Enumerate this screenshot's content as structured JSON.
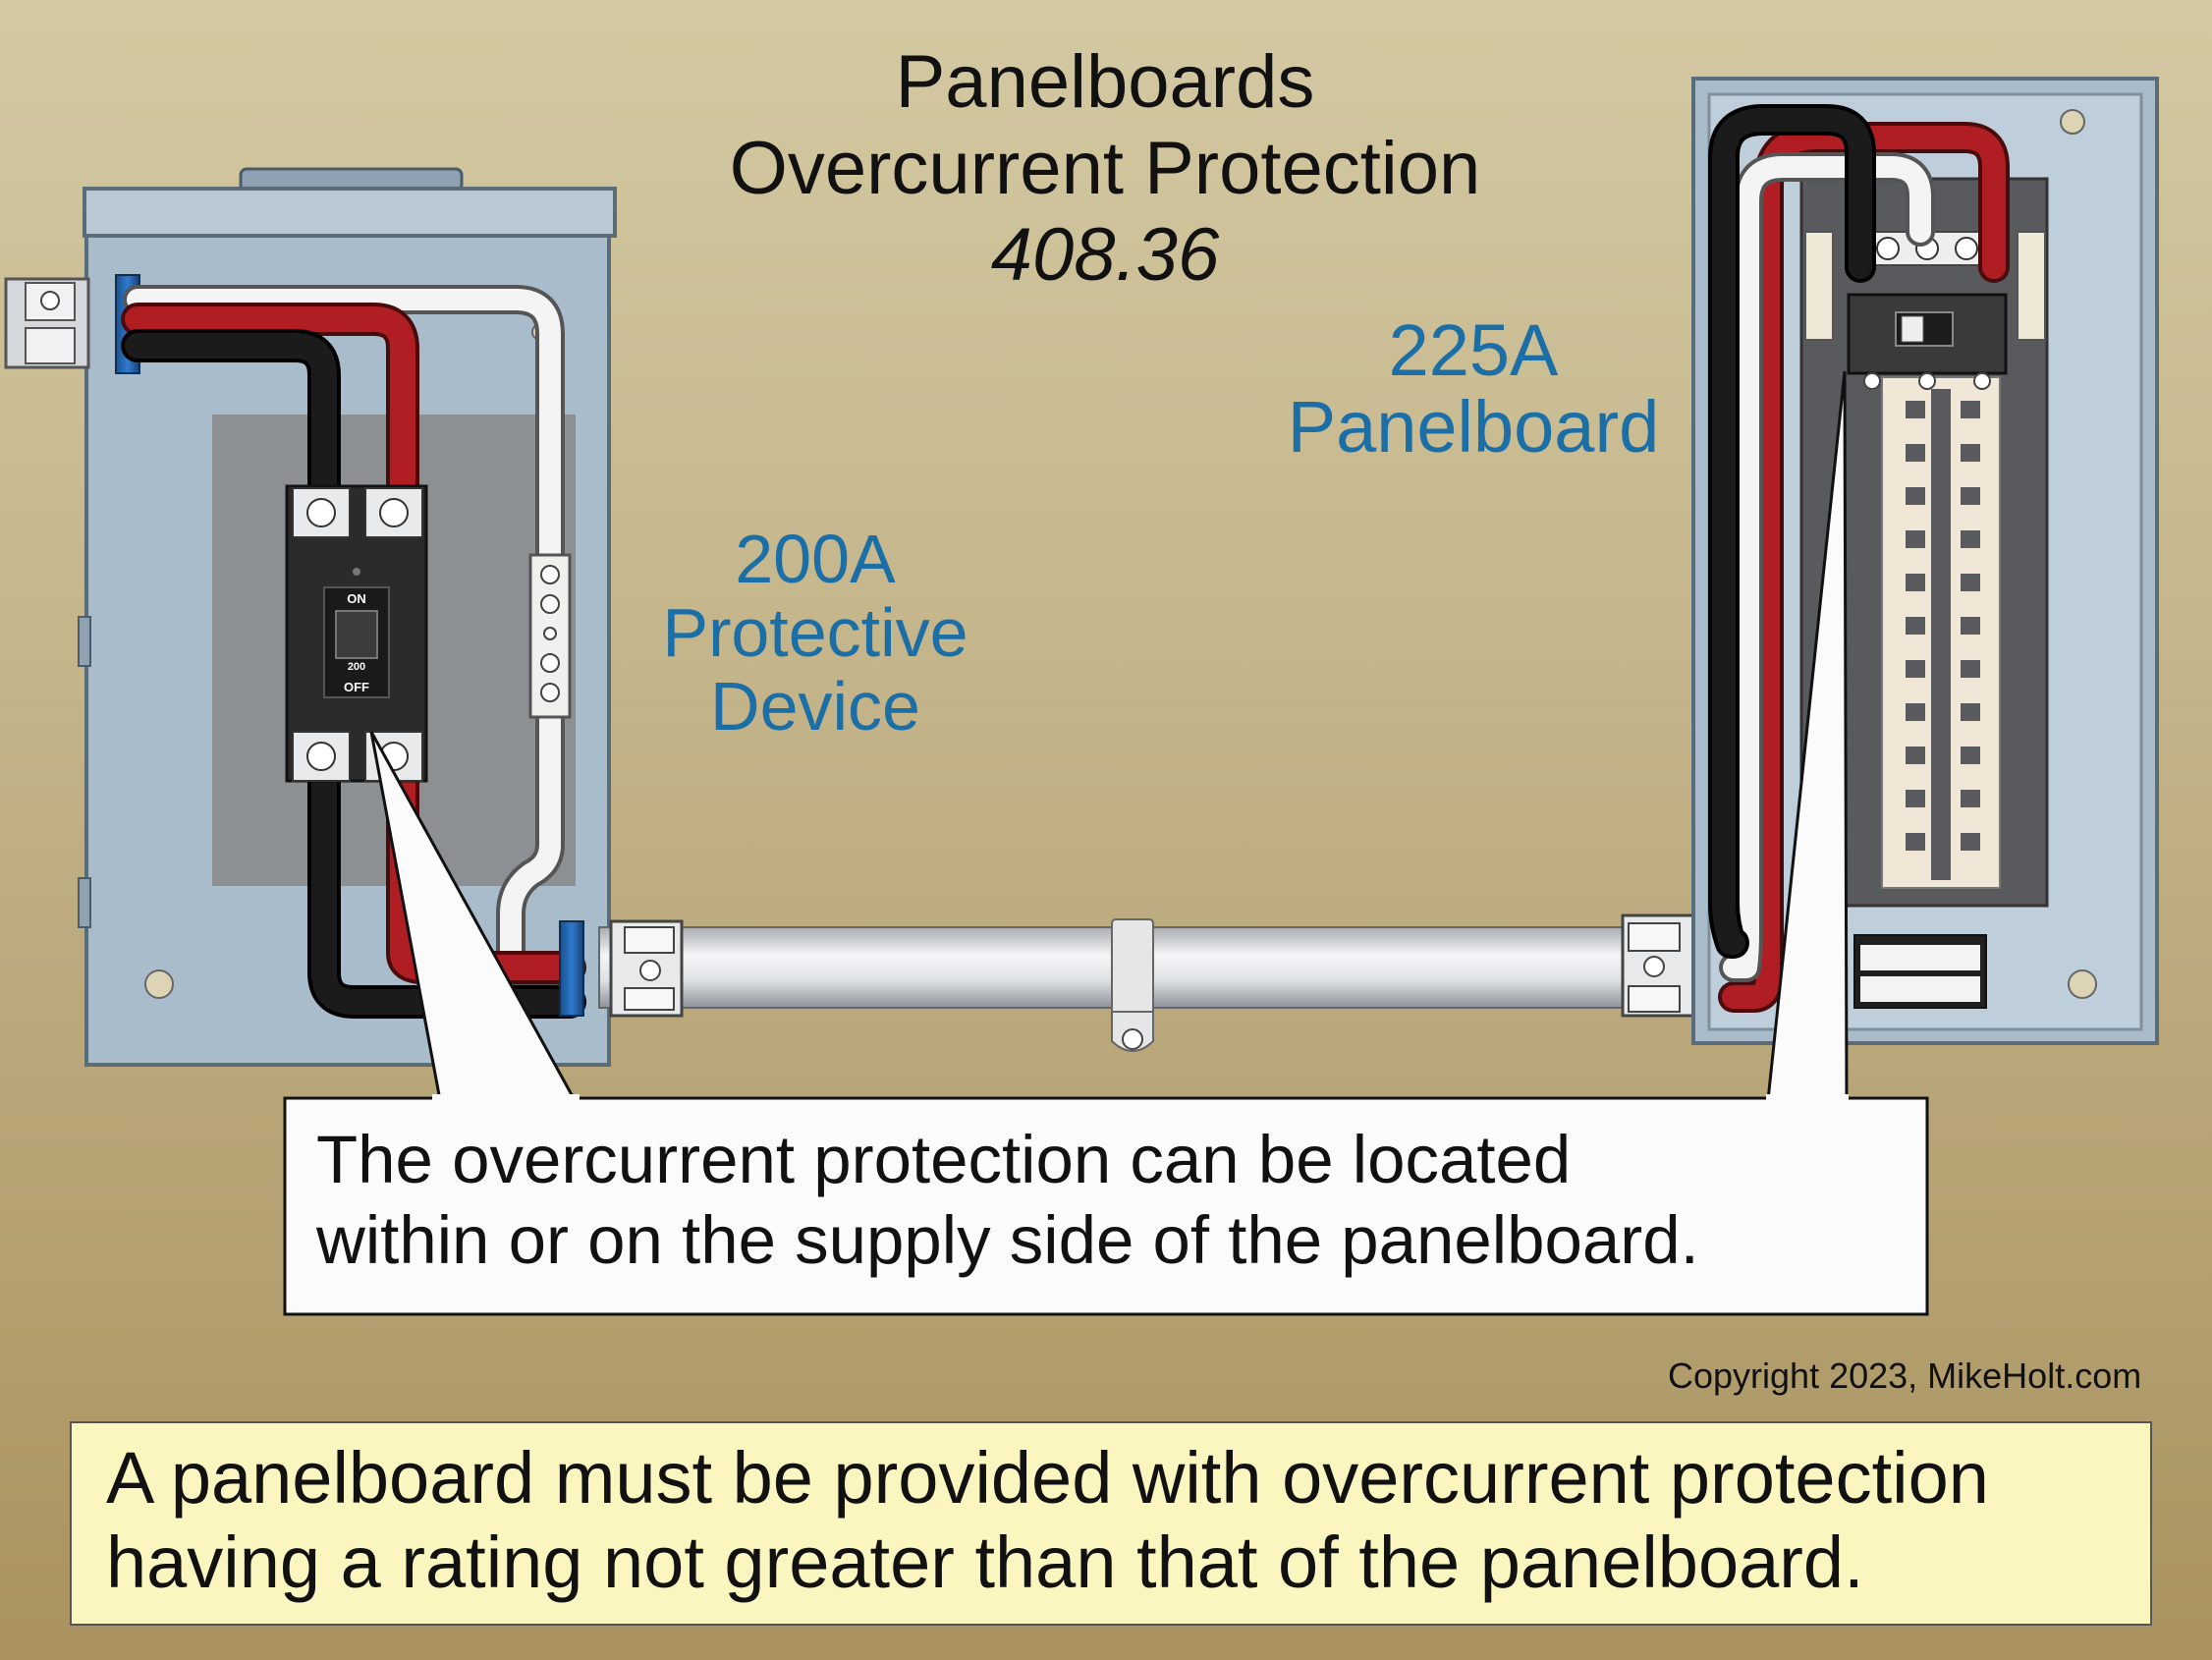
{
  "title": {
    "line1": "Panelboards",
    "line2": "Overcurrent Protection",
    "code_ref": "408.36"
  },
  "labels": {
    "panelboard_rating": "225A",
    "panelboard_name": "Panelboard",
    "device_rating": "200A",
    "device_line1": "Protective",
    "device_line2": "Device"
  },
  "breaker": {
    "on_label": "ON",
    "off_label": "OFF",
    "rating_marking": "200"
  },
  "callout": {
    "line1": "The overcurrent protection can be located",
    "line2": "within or on the supply side of the panelboard."
  },
  "copyright": "Copyright 2023, MikeHolt.com",
  "note": {
    "line1": "A panelboard must be provided with overcurrent protection",
    "line2": "having a rating not greater than that of the panelboard."
  },
  "colors": {
    "accent_blue": "#1b6ea6",
    "note_background": "#fbf6c0",
    "wire_red": "#b01e23",
    "wire_black": "#111111",
    "wire_white": "#f4f4f4",
    "enclosure": "#a9bccb"
  }
}
